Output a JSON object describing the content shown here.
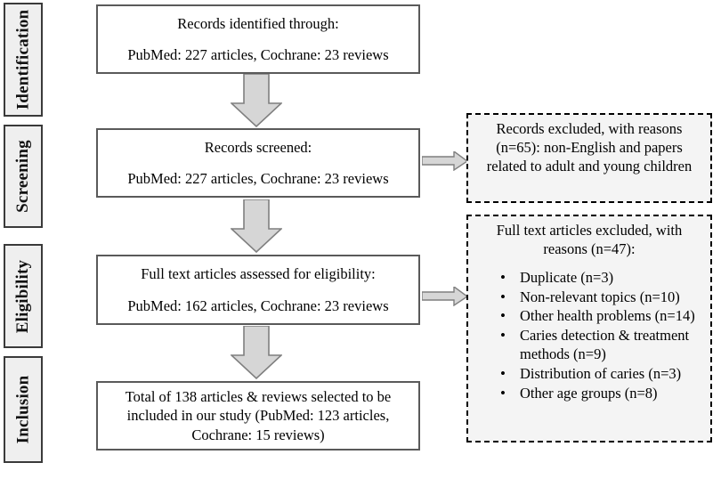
{
  "figure": {
    "type": "prisma-flow-diagram",
    "fill_light": "#d6d6d6",
    "fill_panel": "#f4f4f4",
    "stroke_dark": "#3a3a3a"
  },
  "stages": [
    {
      "label": "Identification"
    },
    {
      "label": "Screening"
    },
    {
      "label": "Eligibility"
    },
    {
      "label": "Inclusion"
    }
  ],
  "flow": {
    "identified": {
      "line1": "Records identified through:",
      "line2": "PubMed: 227 articles, Cochrane: 23 reviews"
    },
    "screened": {
      "line1": "Records screened:",
      "line2": "PubMed: 227 articles, Cochrane: 23 reviews"
    },
    "eligibility": {
      "line1": "Full text articles assessed for eligibility:",
      "line2": "PubMed: 162 articles, Cochrane: 23 reviews"
    },
    "included": {
      "line1": "Total of 138 articles & reviews selected to be",
      "line2": "included in our study (PubMed: 123 articles,",
      "line3": "Cochrane: 15 reviews)"
    }
  },
  "excluded": {
    "records": {
      "line1": "Records excluded, with reasons",
      "line2": "(n=65): non-English and papers",
      "line3": "related to adult and young children"
    },
    "fulltext": {
      "head_line1": "Full text articles excluded, with",
      "head_line2": "reasons (n=47):",
      "reasons": [
        "Duplicate (n=3)",
        "Non-relevant topics (n=10)",
        "Other health problems (n=14)",
        "Caries detection & treatment methods (n=9)",
        "Distribution of caries (n=3)",
        "Other age groups (n=8)"
      ]
    }
  }
}
